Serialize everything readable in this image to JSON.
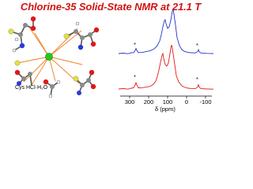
{
  "title": "Chlorine-35 Solid-State NMR at 21.1 T",
  "structure": {
    "compound_label": "Cys HCl·H₂O",
    "atom_colors": {
      "chlorine": "#22c81e",
      "carbon": "#8a8a8a",
      "oxygen": "#e01818",
      "nitrogen": "#2a3bd6",
      "sulfur": "#e2e23a",
      "hydrogen": "#ffffff",
      "bond_to_cl": "#f08020"
    }
  },
  "spectrum": {
    "x_ticks": [
      "300",
      "200",
      "100",
      "0",
      "-100"
    ],
    "x_label": "δ (ppm)",
    "spinning_sideband_marker": "*",
    "series_colors": {
      "top": "#2436c8",
      "bottom": "#e41a1a"
    }
  }
}
